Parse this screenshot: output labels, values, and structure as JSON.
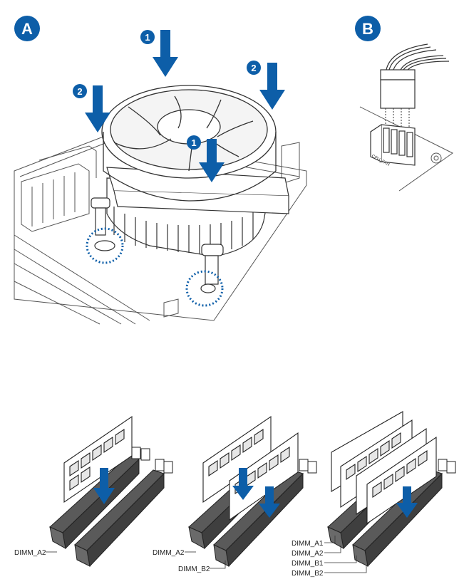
{
  "panel_a": {
    "badge": "A",
    "step_1": "1",
    "step_2": "2"
  },
  "panel_b": {
    "badge": "B",
    "header_label": "CPU_FAN"
  },
  "memory": {
    "config_1": {
      "labels": [
        "DIMM_A2"
      ]
    },
    "config_2": {
      "labels": [
        "DIMM_A2",
        "DIMM_B2"
      ]
    },
    "config_3": {
      "labels": [
        "DIMM_A1",
        "DIMM_A2",
        "DIMM_B1",
        "DIMM_B2"
      ]
    }
  },
  "colors": {
    "badge": "#0d5ea8",
    "arrow": "#0d5ea8",
    "outline": "#3a3a3a",
    "slot": "#4a4a4a"
  }
}
